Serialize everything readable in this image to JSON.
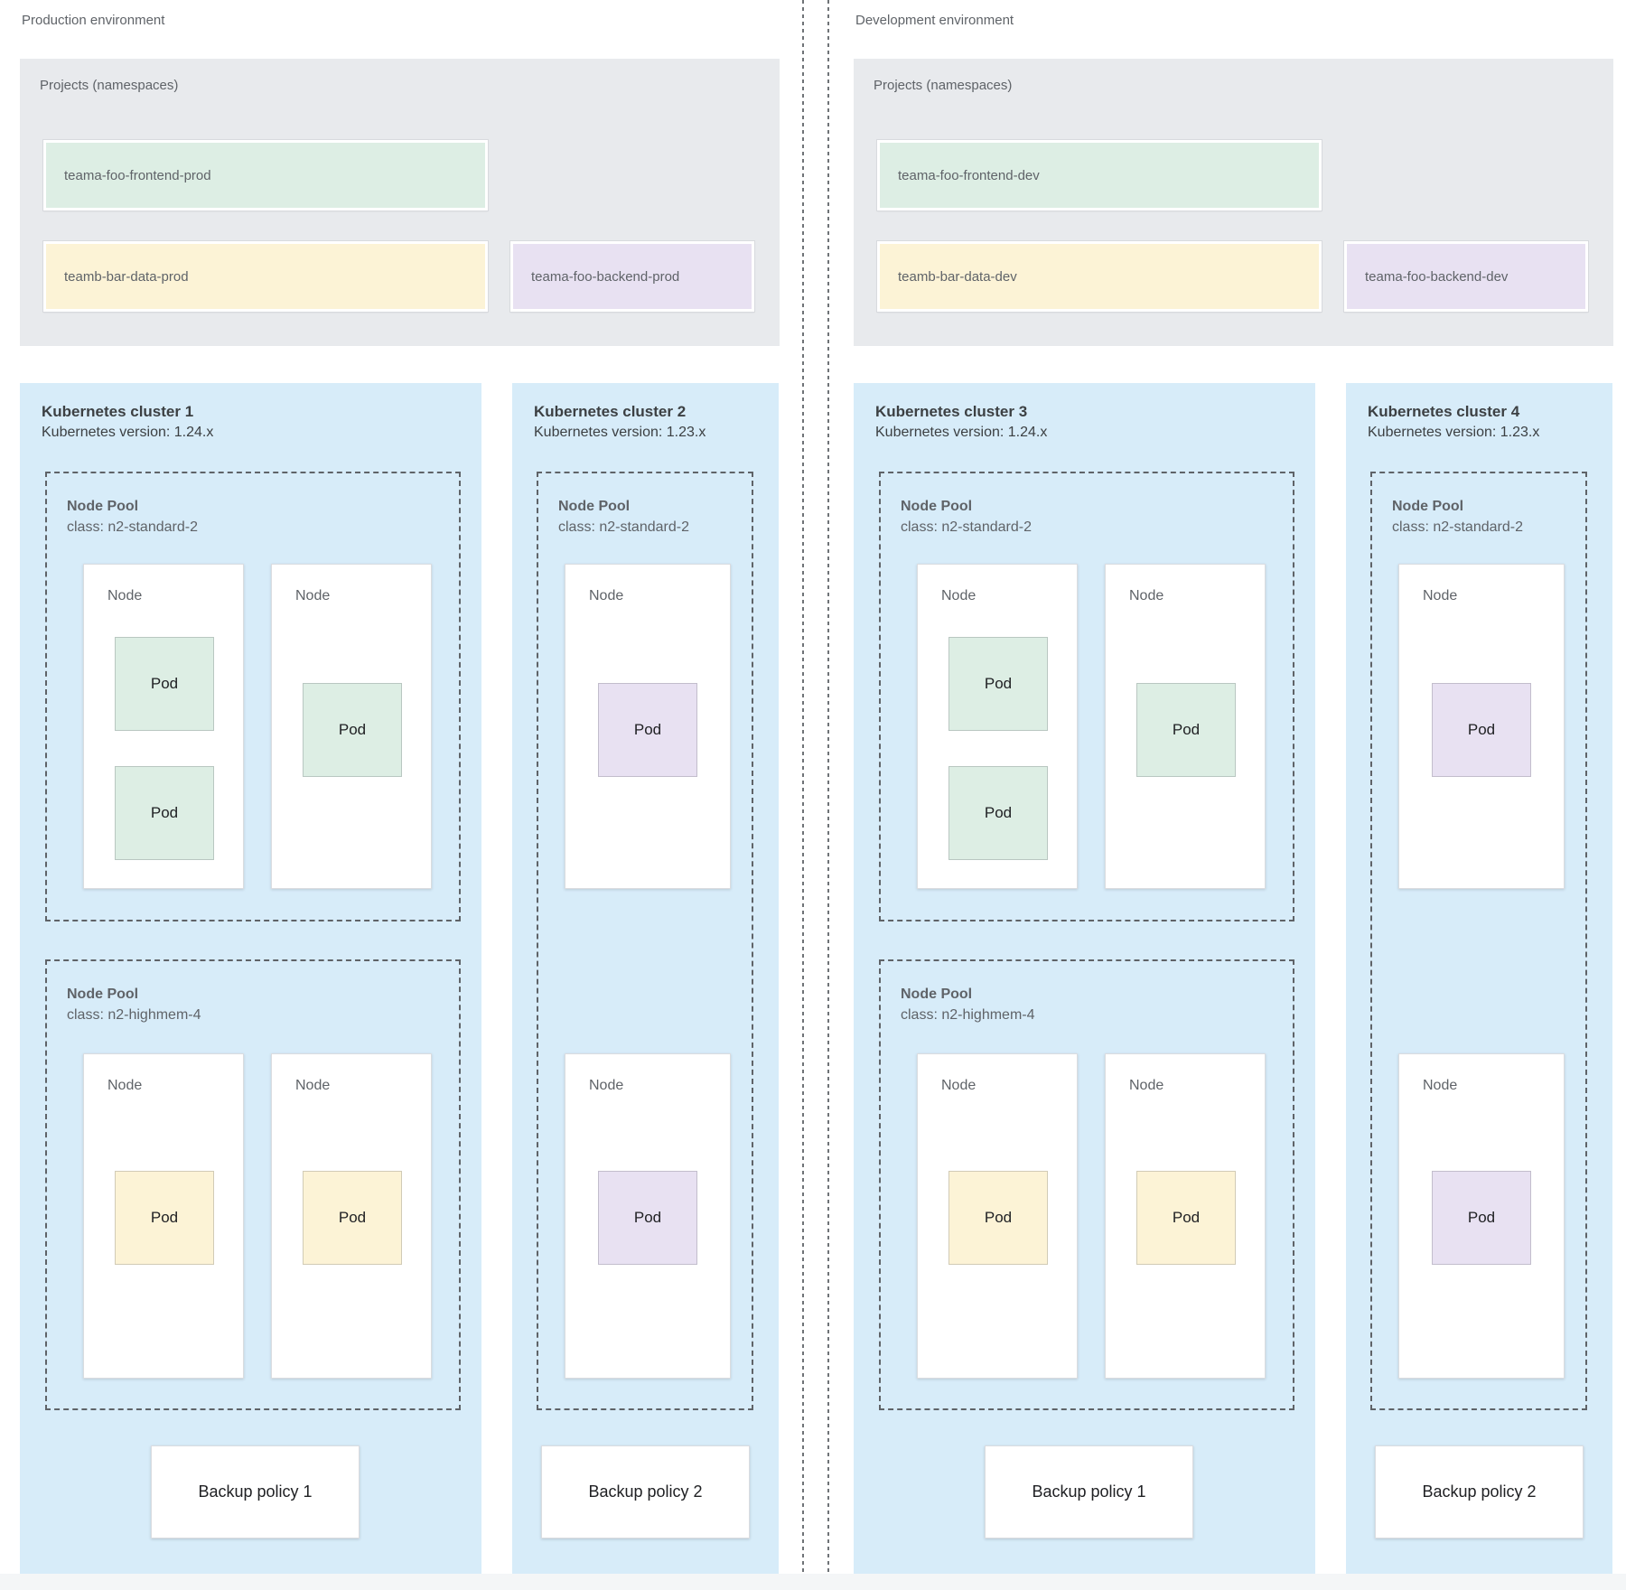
{
  "palette": {
    "green": "#ddeee4",
    "yellow": "#fcf3d6",
    "purple": "#e8e1f2",
    "cluster_blue": "#d7ecf9",
    "panel_gray": "#e8eaed",
    "text_gray": "#5f6368",
    "text_dark": "#202124"
  },
  "environments": [
    {
      "id": "production",
      "label": "Production environment",
      "projects": {
        "title": "Projects (namespaces)",
        "items": [
          {
            "name": "teama-foo-frontend-prod",
            "color": "green"
          },
          {
            "name": "teamb-bar-data-prod",
            "color": "yellow"
          },
          {
            "name": "teama-foo-backend-prod",
            "color": "purple"
          }
        ]
      },
      "clusters": [
        {
          "name": "Kubernetes cluster 1",
          "version": "Kubernetes version: 1.24.x",
          "size": "wide",
          "pools": [
            {
              "title": "Node Pool",
              "machine_class": "class: n2-standard-2",
              "variant": "p1",
              "nodes": [
                {
                  "label": "Node",
                  "pods": [
                    {
                      "label": "Pod",
                      "color": "green",
                      "slot": "top"
                    },
                    {
                      "label": "Pod",
                      "color": "green",
                      "slot": "second"
                    }
                  ]
                },
                {
                  "label": "Node",
                  "pods": [
                    {
                      "label": "Pod",
                      "color": "green",
                      "slot": "mid"
                    }
                  ]
                }
              ]
            },
            {
              "title": "Node Pool",
              "machine_class": "class: n2-highmem-4",
              "variant": "p2",
              "nodes": [
                {
                  "label": "Node",
                  "pods": [
                    {
                      "label": "Pod",
                      "color": "yellow",
                      "slot": "low"
                    }
                  ]
                },
                {
                  "label": "Node",
                  "pods": [
                    {
                      "label": "Pod",
                      "color": "yellow",
                      "slot": "low"
                    }
                  ]
                }
              ]
            }
          ],
          "backup": "Backup policy 1"
        },
        {
          "name": "Kubernetes cluster 2",
          "version": "Kubernetes version: 1.23.x",
          "size": "narrow",
          "pools": [
            {
              "title": "Node Pool",
              "machine_class": "class: n2-standard-2",
              "variant": "tall",
              "nodes": [
                {
                  "label": "Node",
                  "pods": [
                    {
                      "label": "Pod",
                      "color": "purple",
                      "slot": "mid"
                    }
                  ]
                },
                {
                  "label": "Node",
                  "pods": [
                    {
                      "label": "Pod",
                      "color": "purple",
                      "slot": "low"
                    }
                  ]
                }
              ]
            }
          ],
          "backup": "Backup policy 2"
        }
      ]
    },
    {
      "id": "development",
      "label": "Development environment",
      "projects": {
        "title": "Projects (namespaces)",
        "items": [
          {
            "name": "teama-foo-frontend-dev",
            "color": "green"
          },
          {
            "name": "teamb-bar-data-dev",
            "color": "yellow"
          },
          {
            "name": "teama-foo-backend-dev",
            "color": "purple"
          }
        ]
      },
      "clusters": [
        {
          "name": "Kubernetes cluster 3",
          "version": "Kubernetes version: 1.24.x",
          "size": "wide",
          "pools": [
            {
              "title": "Node Pool",
              "machine_class": "class: n2-standard-2",
              "variant": "p1",
              "nodes": [
                {
                  "label": "Node",
                  "pods": [
                    {
                      "label": "Pod",
                      "color": "green",
                      "slot": "top"
                    },
                    {
                      "label": "Pod",
                      "color": "green",
                      "slot": "second"
                    }
                  ]
                },
                {
                  "label": "Node",
                  "pods": [
                    {
                      "label": "Pod",
                      "color": "green",
                      "slot": "mid"
                    }
                  ]
                }
              ]
            },
            {
              "title": "Node Pool",
              "machine_class": "class: n2-highmem-4",
              "variant": "p2",
              "nodes": [
                {
                  "label": "Node",
                  "pods": [
                    {
                      "label": "Pod",
                      "color": "yellow",
                      "slot": "low"
                    }
                  ]
                },
                {
                  "label": "Node",
                  "pods": [
                    {
                      "label": "Pod",
                      "color": "yellow",
                      "slot": "low"
                    }
                  ]
                }
              ]
            }
          ],
          "backup": "Backup policy 1"
        },
        {
          "name": "Kubernetes cluster 4",
          "version": "Kubernetes version: 1.23.x",
          "size": "narrow",
          "pools": [
            {
              "title": "Node Pool",
              "machine_class": "class: n2-standard-2",
              "variant": "tall",
              "nodes": [
                {
                  "label": "Node",
                  "pods": [
                    {
                      "label": "Pod",
                      "color": "purple",
                      "slot": "mid"
                    }
                  ]
                },
                {
                  "label": "Node",
                  "pods": [
                    {
                      "label": "Pod",
                      "color": "purple",
                      "slot": "low"
                    }
                  ]
                }
              ]
            }
          ],
          "backup": "Backup policy 2"
        }
      ]
    }
  ]
}
